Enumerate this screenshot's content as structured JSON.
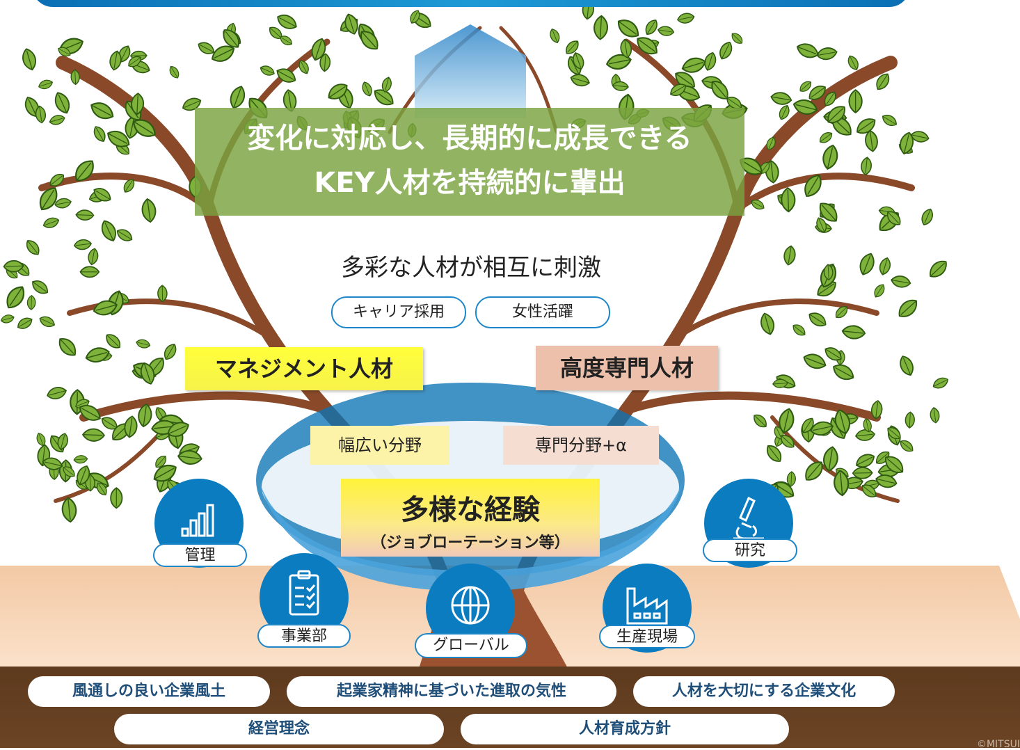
{
  "goal": {
    "line1": "変化に対応し、長期的に成長できる",
    "line2": "KEY人材を持続的に輩出"
  },
  "stimulation": {
    "title": "多彩な人材が相互に刺激",
    "tags": [
      "キャリア採用",
      "女性活躍"
    ]
  },
  "talent_types": {
    "management": "マネジメント人材",
    "specialist": "高度専門人材"
  },
  "fields": {
    "broad": "幅広い分野",
    "specialty": "専門分野+α"
  },
  "experience": {
    "title": "多様な経験",
    "subtitle": "（ジョブローテーション等）"
  },
  "departments": [
    {
      "label": "管理",
      "icon": "bar-chart-icon"
    },
    {
      "label": "事業部",
      "icon": "clipboard-checklist-icon"
    },
    {
      "label": "グローバル",
      "icon": "globe-icon"
    },
    {
      "label": "生産現場",
      "icon": "factory-icon"
    },
    {
      "label": "研究",
      "icon": "microscope-icon"
    }
  ],
  "foundation": {
    "culture": [
      "風通しの良い企業風土",
      "起業家精神に基づいた進取の気性",
      "人材を大切にする企業文化"
    ],
    "principles": [
      "経営理念",
      "人材育成方針"
    ]
  },
  "copyright": "©MITSUI",
  "colors": {
    "primary_blue": "#0c7cc0",
    "goal_green": "#7aa440",
    "highlight_yellow": "#fff33a",
    "peach": "#ecc0aa",
    "soil_brown": "#5e3a1e"
  }
}
